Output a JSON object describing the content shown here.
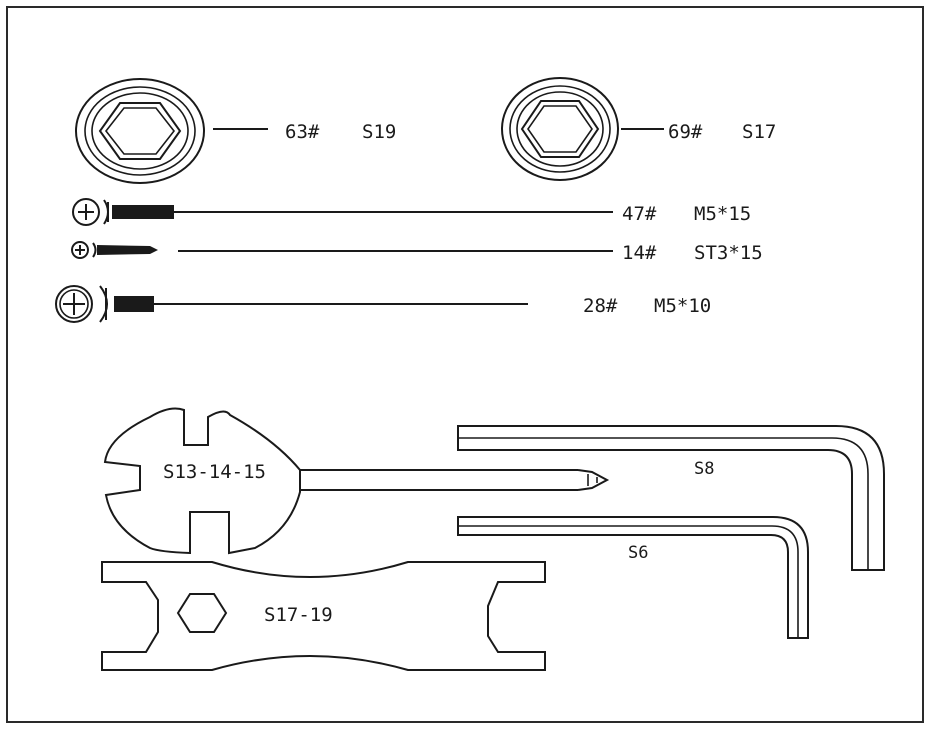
{
  "parts": {
    "nut_large": {
      "part_no": "63#",
      "size": "S19"
    },
    "nut_small": {
      "part_no": "69#",
      "size": "S17"
    },
    "screw_a": {
      "part_no": "47#",
      "size": "M5*15"
    },
    "screw_b": {
      "part_no": "14#",
      "size": "ST3*15"
    },
    "screw_c": {
      "part_no": "28#",
      "size": "M5*10"
    }
  },
  "tools": {
    "round_wrench": "S13-14-15",
    "flat_wrench": "S17-19",
    "hex_key_large": "S8",
    "hex_key_small": "S6"
  }
}
